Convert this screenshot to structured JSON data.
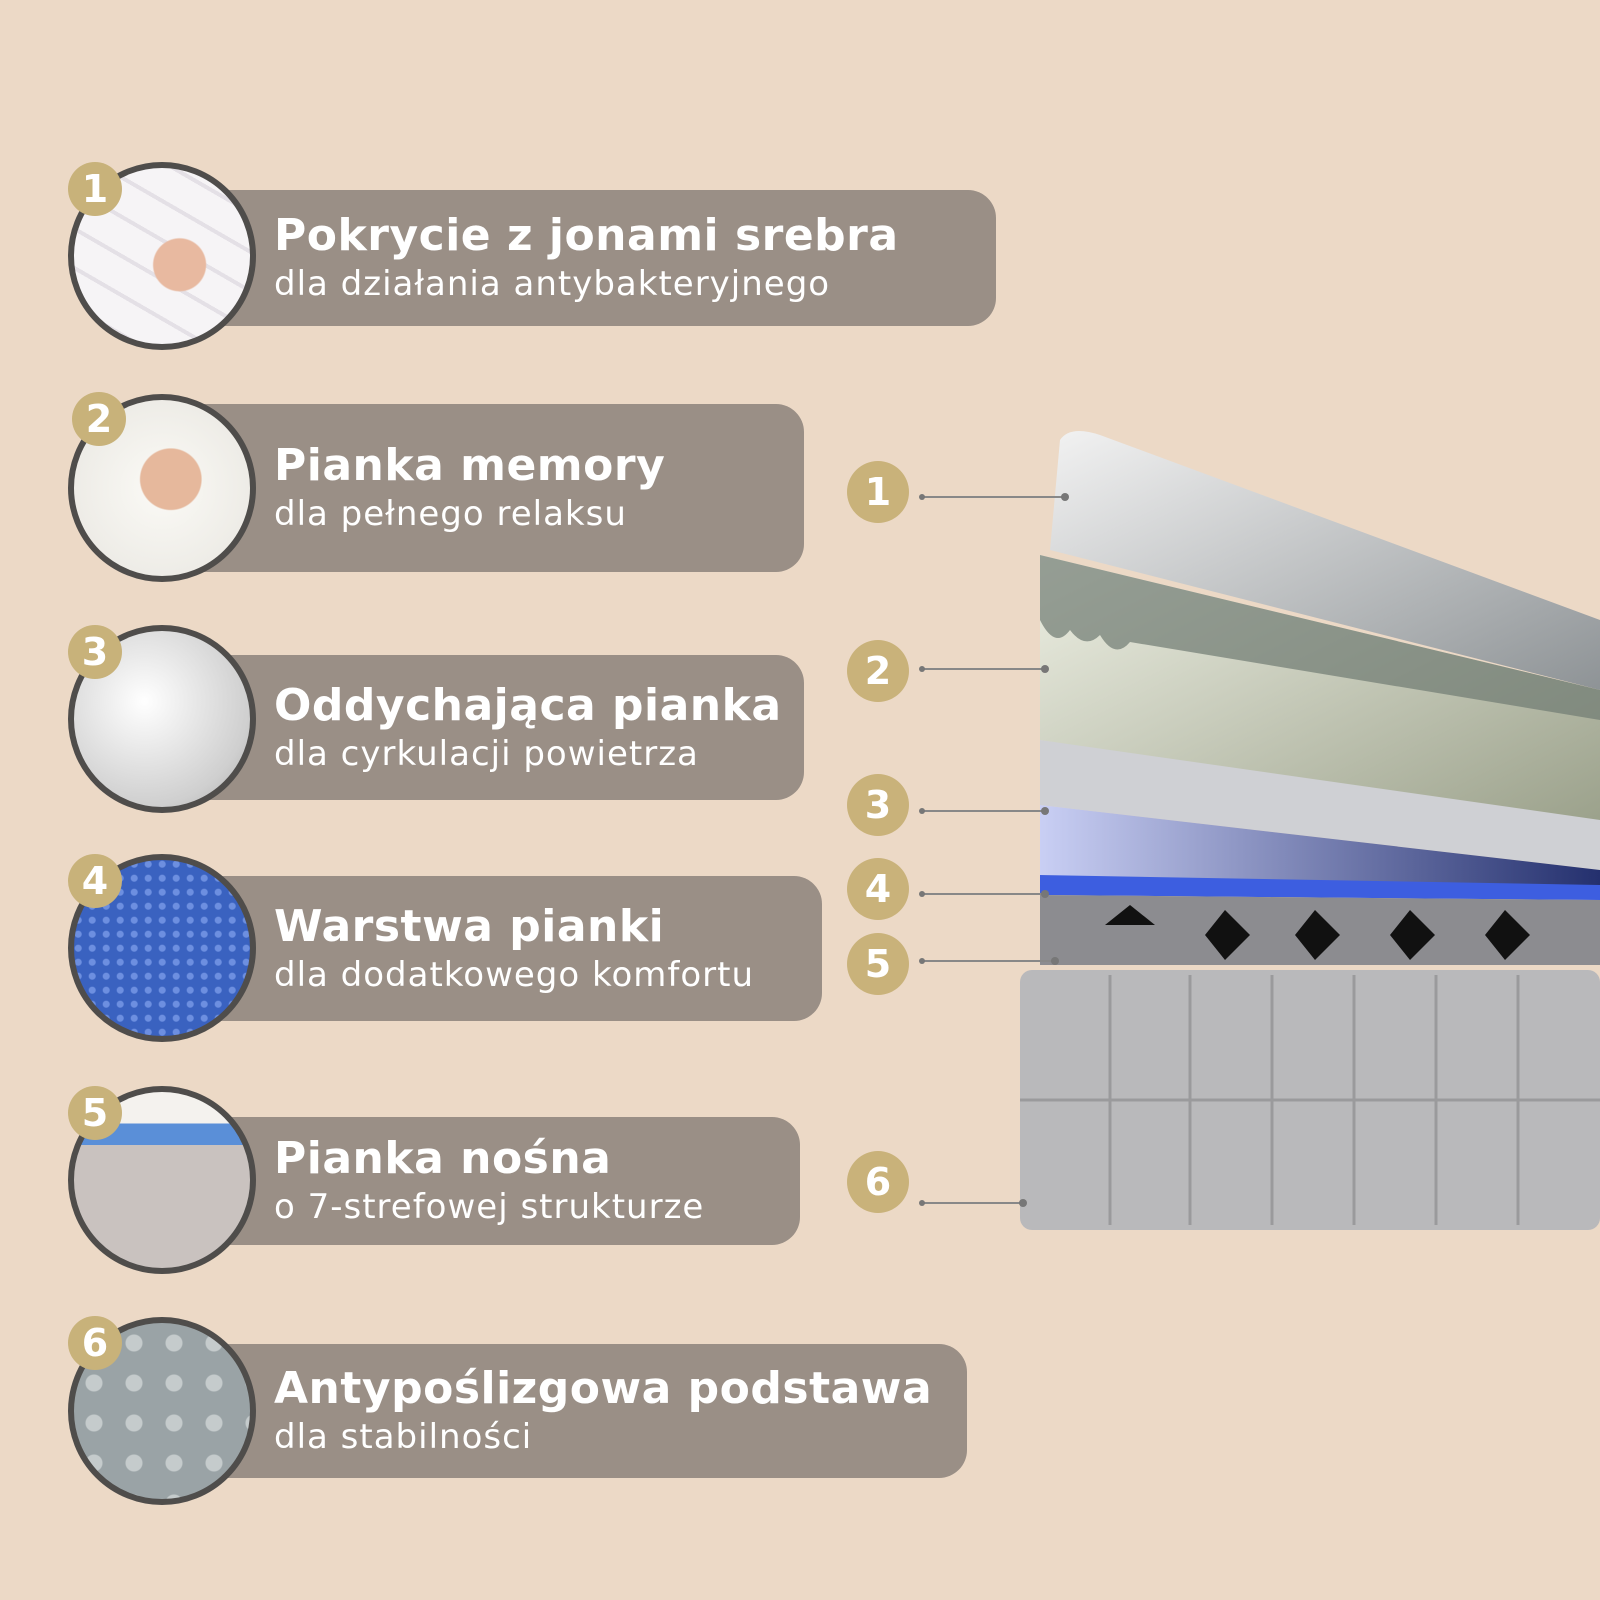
{
  "features": [
    {
      "num": "1",
      "title": "Pokrycie z jonami srebra",
      "subtitle": "dla działania antybakteryjnego"
    },
    {
      "num": "2",
      "title": "Pianka memory",
      "subtitle": "dla pełnego relaksu"
    },
    {
      "num": "3",
      "title": "Oddychająca pianka",
      "subtitle": "dla cyrkulacji powietrza"
    },
    {
      "num": "4",
      "title": "Warstwa pianki",
      "subtitle": "dla dodatkowego komfortu"
    },
    {
      "num": "5",
      "title": "Pianka nośna",
      "subtitle": "o 7-strefowej strukturze"
    },
    {
      "num": "6",
      "title": "Antypoślizgowa podstawa",
      "subtitle": "dla stabilności"
    }
  ],
  "colors": {
    "background": "#ecd9c6",
    "pill": "#9a8f86",
    "badge": "#c8b27a"
  }
}
